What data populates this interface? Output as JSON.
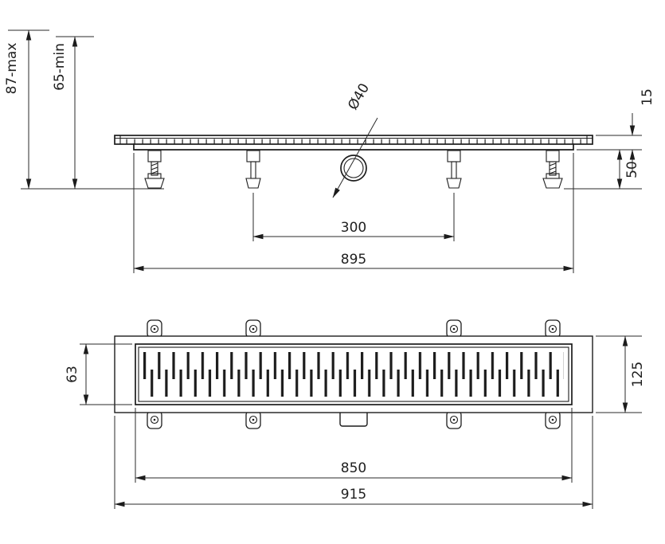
{
  "meta": {
    "title": "Linear shower drain dimensional drawing",
    "background": "#ffffff",
    "line_color": "#1c1c1c"
  },
  "side_view": {
    "name": "side-elevation",
    "labels": {
      "height_max": "87-max",
      "height_min": "65-min",
      "outlet_diameter": "Ø40",
      "rim_height": "15",
      "base_height": "50",
      "support_span": "300",
      "channel_length": "895"
    }
  },
  "plan_view": {
    "name": "top-view",
    "labels": {
      "grate_width": "63",
      "flange_width": "125",
      "grate_length": "850",
      "overall_length": "915"
    }
  }
}
